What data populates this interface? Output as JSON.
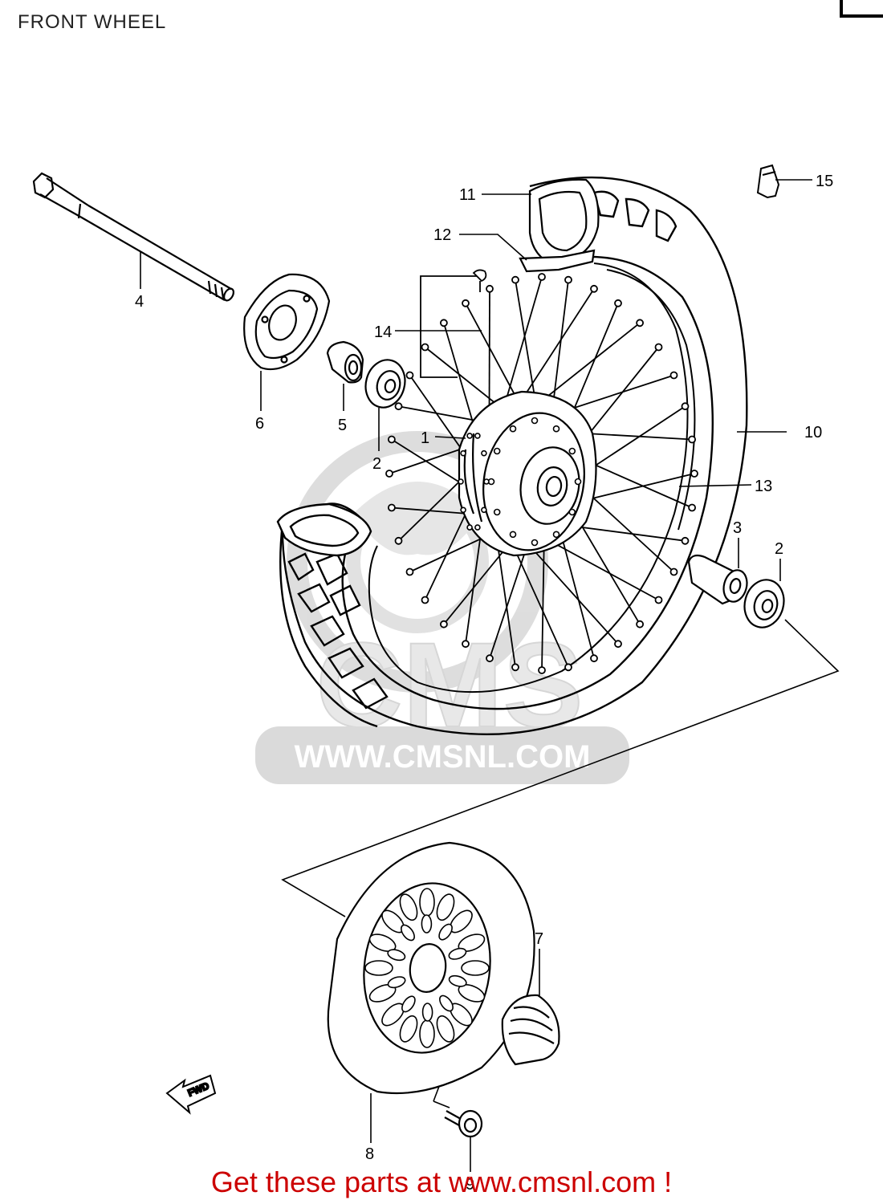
{
  "page": {
    "title": "FRONT WHEEL",
    "cta_text": "Get these parts at www.cmsnl.com !",
    "cta_color": "#cc0000"
  },
  "watermark": {
    "logo_text": "CMS",
    "url_text": "WWW.CMSNL.COM",
    "color": "#d8d8d8"
  },
  "direction_arrow": {
    "label": "FWD"
  },
  "callouts": [
    {
      "id": "1",
      "label": "1"
    },
    {
      "id": "2a",
      "label": "2"
    },
    {
      "id": "2b",
      "label": "2"
    },
    {
      "id": "3",
      "label": "3"
    },
    {
      "id": "4",
      "label": "4"
    },
    {
      "id": "5",
      "label": "5"
    },
    {
      "id": "6",
      "label": "6"
    },
    {
      "id": "7",
      "label": "7"
    },
    {
      "id": "8",
      "label": "8"
    },
    {
      "id": "9",
      "label": "9"
    },
    {
      "id": "10",
      "label": "10"
    },
    {
      "id": "11",
      "label": "11"
    },
    {
      "id": "12",
      "label": "12"
    },
    {
      "id": "13",
      "label": "13"
    },
    {
      "id": "14",
      "label": "14"
    },
    {
      "id": "15",
      "label": "15"
    }
  ]
}
